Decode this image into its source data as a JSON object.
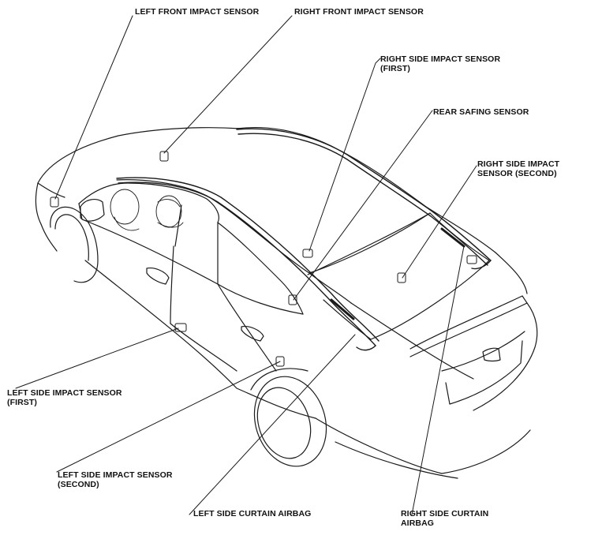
{
  "labels": {
    "left_front_impact": [
      "LEFT FRONT IMPACT SENSOR"
    ],
    "right_front_impact": [
      "RIGHT FRONT IMPACT SENSOR"
    ],
    "right_side_impact_first": [
      "RIGHT SIDE IMPACT SENSOR",
      "(FIRST)"
    ],
    "rear_safing": [
      "REAR SAFING SENSOR"
    ],
    "right_side_impact_second": [
      "RIGHT SIDE IMPACT",
      "SENSOR (SECOND)"
    ],
    "left_side_impact_first": [
      "LEFT SIDE IMPACT SENSOR",
      "(FIRST)"
    ],
    "left_side_impact_second": [
      "LEFT SIDE IMPACT SENSOR",
      "(SECOND)"
    ],
    "left_side_curtain_airbag": [
      "LEFT SIDE CURTAIN AIRBAG"
    ],
    "right_side_curtain_airbag": [
      "RIGHT SIDE CURTAIN",
      "AIRBAG"
    ]
  },
  "colors": {
    "line": "#1a1a1a",
    "text": "#111111",
    "background": "#ffffff"
  }
}
